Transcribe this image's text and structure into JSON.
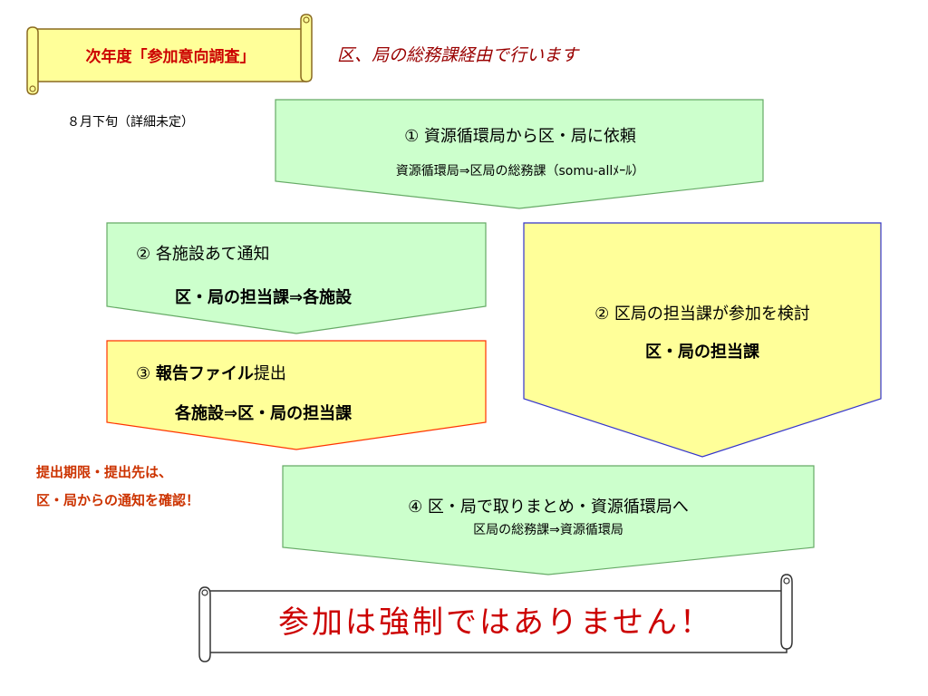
{
  "title_scroll": {
    "text": "次年度「参加意向調査」"
  },
  "subtitle": "区、局の総務課経由で行います",
  "date_note": "８月下旬（詳細未定）",
  "step1": {
    "line1": "①  資源循環局から区・局に依頼",
    "line2": "資源循環局⇒区局の総務課（somu-allﾒｰﾙ）"
  },
  "step2_left": {
    "line1": "②  各施設あて通知",
    "line2": "区・局の担当課⇒各施設"
  },
  "step2_right": {
    "line1": "②  区局の担当課が参加を検討",
    "line2": "区・局の担当課"
  },
  "step3": {
    "line1_bold": "報告ファイル",
    "line1_prefix": "③  ",
    "line1_suffix": "提出",
    "line2": "各施設⇒区・局の担当課"
  },
  "deadline_note": {
    "line1": "提出期限・提出先は、",
    "line2": "区・局からの通知を確認！"
  },
  "step4": {
    "line1": "④  区・局で取りまとめ・資源循環局へ",
    "line2": "区局の総務課⇒資源循環局"
  },
  "notice_scroll": {
    "text": "参加は強制ではありません！"
  },
  "colors": {
    "green_fill": "#ccffcc",
    "green_stroke": "#66aa66",
    "yellow_fill": "#ffff99",
    "step3_stroke": "#ff3300",
    "yellow_stroke": "#3333cc",
    "title_fill": "#ffff99",
    "accent_red": "#cc0000"
  }
}
